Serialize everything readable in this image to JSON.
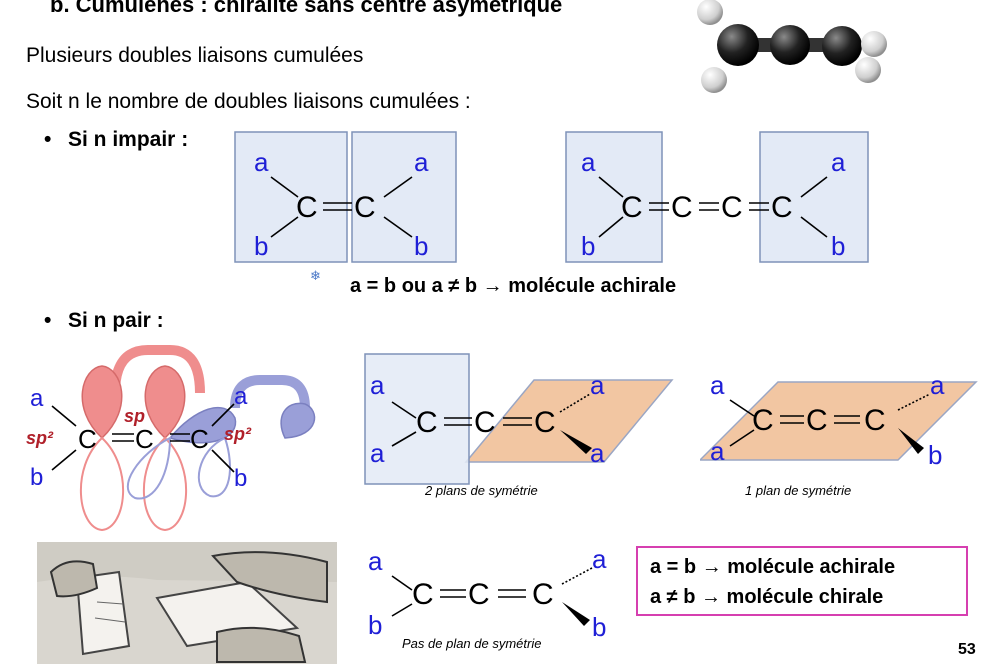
{
  "slide": {
    "title": "b. Cumulènes : chiralité sans centre asymétrique",
    "line1": "Plusieurs doubles liaisons cumulées",
    "line2": "Soit n le nombre de doubles liaisons cumulées :",
    "bullet_impair": "Si n impair :",
    "bullet_pair": "Si n pair :",
    "impair_conclusion": "a = b ou a ≠ b  → molécule achirale",
    "caption_two_planes": "2 plans de symétrie",
    "caption_one_plane": "1 plan de symétrie",
    "caption_no_plane": "Pas de plan de symétrie",
    "result_achiral": "a = b → molécule achirale",
    "result_chiral": "a ≠ b → molécule chirale",
    "page_number": "53"
  },
  "chem": {
    "a": "a",
    "b": "b",
    "C": "C",
    "sp": "sp",
    "sp2": "sp²"
  },
  "colors": {
    "substituent": "#1f1fd6",
    "hybrid_label": "#b0202a",
    "blue_box_fill": "#e3eaf6",
    "blue_box_stroke": "#7f92b8",
    "orange_plane": "#f2c6a2",
    "red_lobe": "#ef8d8d",
    "violet_lobe": "#9a9fd8",
    "result_border": "#d63fb0"
  }
}
